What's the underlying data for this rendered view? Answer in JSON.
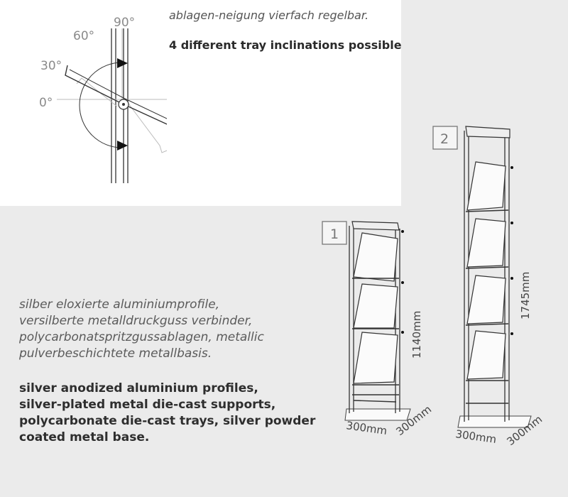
{
  "diagram": {
    "angles": [
      "90°",
      "60°",
      "30°",
      "0°"
    ]
  },
  "header": {
    "german": "ablagen-neigung vierfach regelbar.",
    "english": "4 different tray inclinations possible"
  },
  "materials": {
    "german_lines": [
      "silber eloxierte aluminiumprofile,",
      "versilberte metalldruckguss verbinder,",
      "polycarbonatspritzgussablagen, metallic",
      "pulverbeschichtete metallbasis."
    ],
    "english_lines": [
      "silver anodized aluminium profiles,",
      "silver-plated metal die-cast supports,",
      "polycarbonate die-cast trays, silver powder",
      "coated metal base."
    ]
  },
  "stands": [
    {
      "badge": "1",
      "height": "1140mm",
      "width": "300mm",
      "depth": "300mm"
    },
    {
      "badge": "2",
      "height": "1745mm",
      "width": "300mm",
      "depth": "300mm"
    }
  ],
  "colors": {
    "panel": "#ffffff",
    "background": "#ebebeb",
    "line": "#333333"
  }
}
